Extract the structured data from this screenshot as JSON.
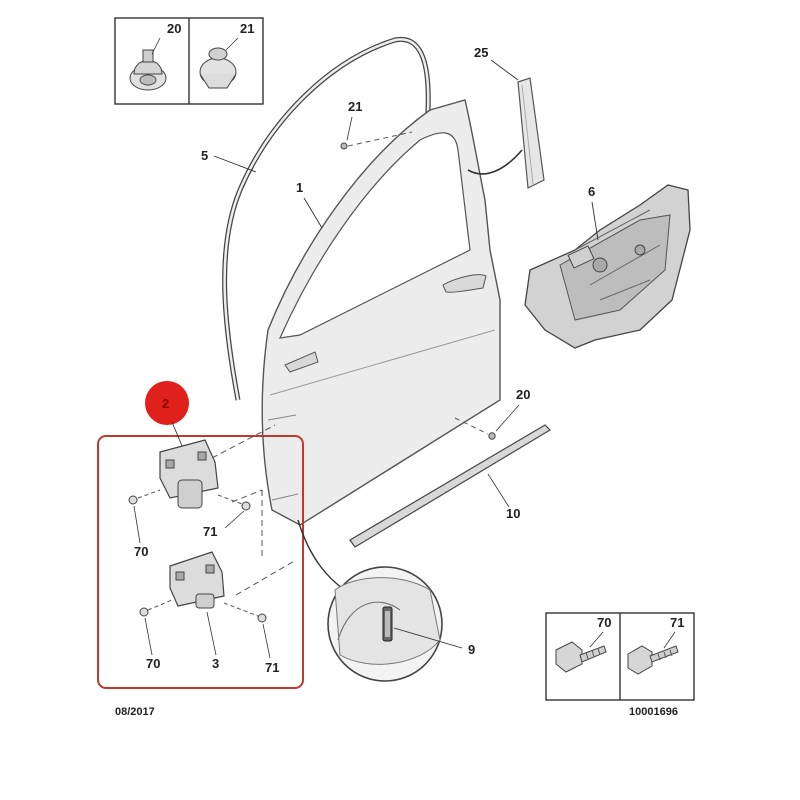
{
  "callouts": {
    "c20_box": "20",
    "c21_box": "21",
    "c25": "25",
    "c21": "21",
    "c5": "5",
    "c1": "1",
    "c6": "6",
    "c2": "2",
    "c20": "20",
    "c10": "10",
    "c70_upper": "70",
    "c71_upper": "71",
    "c70_lower": "70",
    "c3": "3",
    "c71_lower": "71",
    "c9": "9",
    "c70_box": "70",
    "c71_box": "71"
  },
  "footer": {
    "date": "08/2017",
    "ref": "10001696"
  },
  "colors": {
    "highlight_frame": "#c0392b",
    "badge": "#e0201b",
    "line": "#333333",
    "part_fill": "#e6e6e6"
  }
}
